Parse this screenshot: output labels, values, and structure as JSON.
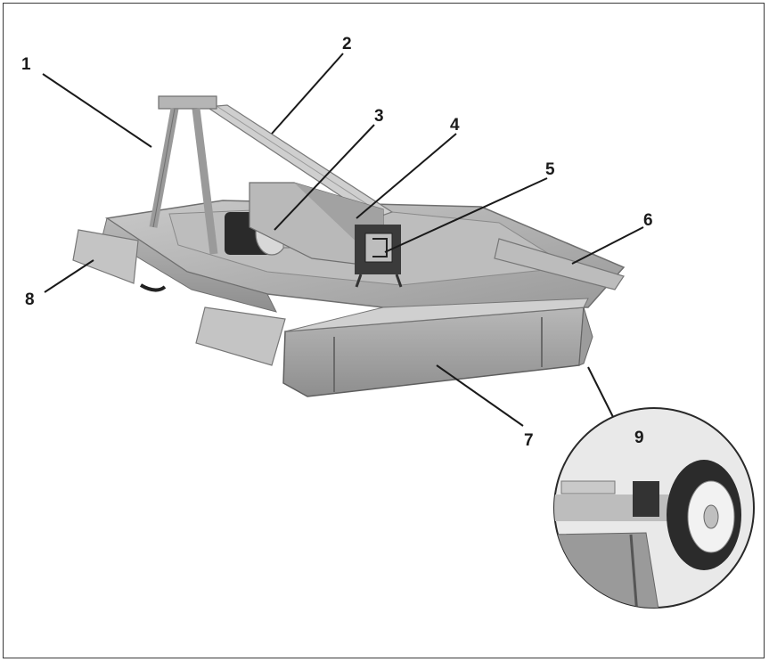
{
  "figure": {
    "colors": {
      "frame": "#3a3a3a",
      "deck": "#a9a9a9",
      "deck_dark": "#7c7c7c",
      "light": "#d6d6d6",
      "leader": "#1a1a1a",
      "tire": "#2b2b2b"
    },
    "callouts": [
      {
        "id": "1",
        "label": "1"
      },
      {
        "id": "2",
        "label": "2"
      },
      {
        "id": "3",
        "label": "3"
      },
      {
        "id": "4",
        "label": "4"
      },
      {
        "id": "5",
        "label": "5"
      },
      {
        "id": "6",
        "label": "6"
      },
      {
        "id": "7",
        "label": "7"
      },
      {
        "id": "8",
        "label": "8"
      },
      {
        "id": "9",
        "label": "9"
      }
    ]
  }
}
